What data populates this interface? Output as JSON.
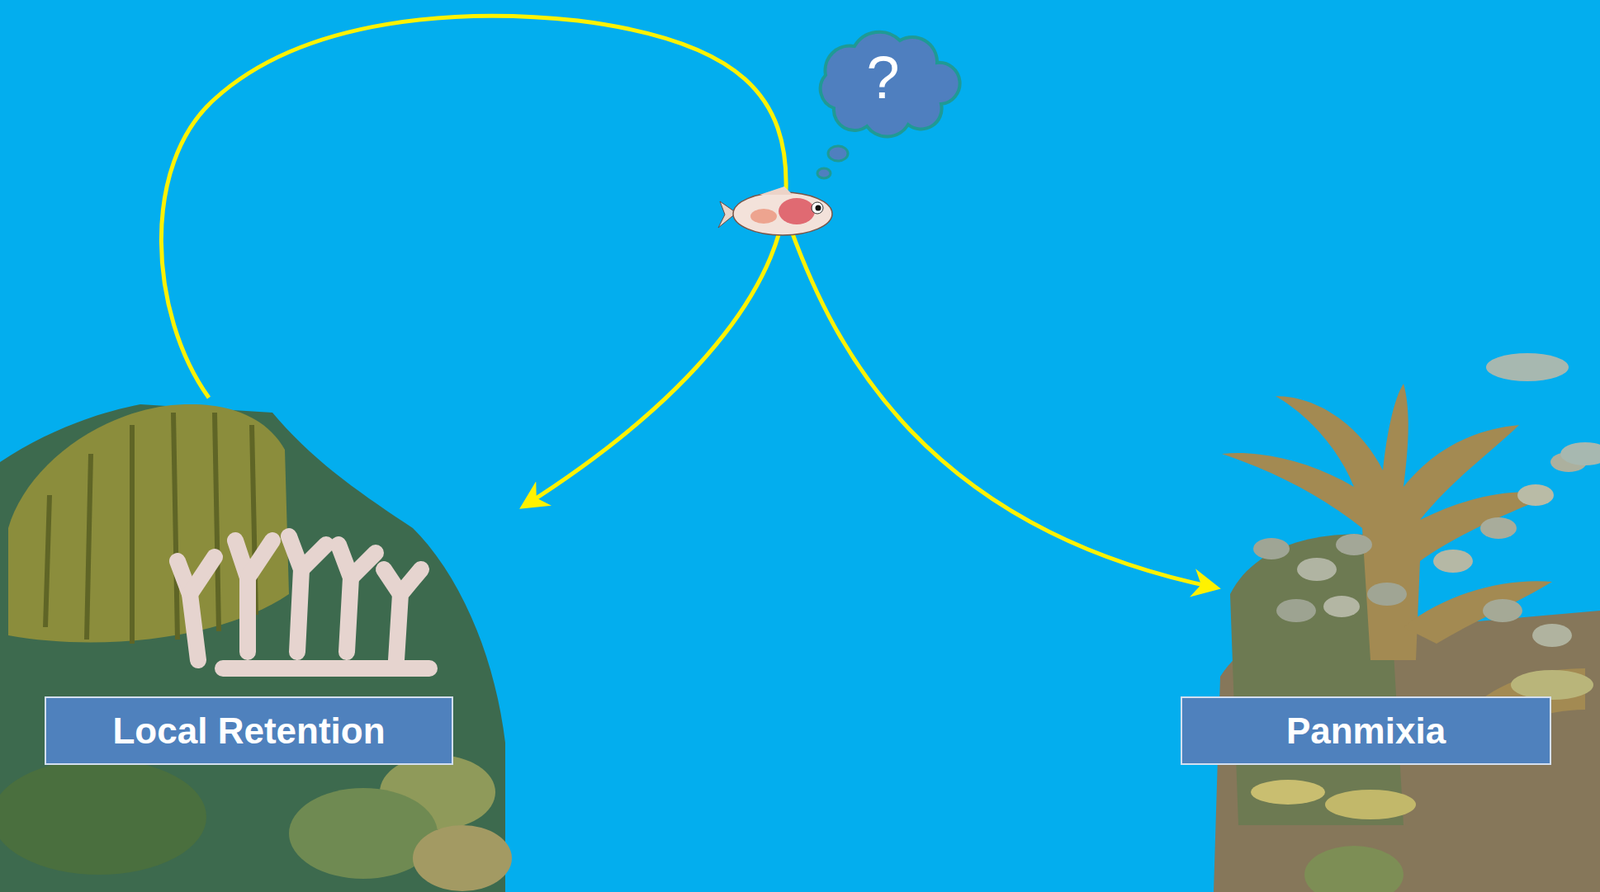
{
  "diagram": {
    "nodes": [
      {
        "text": [
          "?"
        ]
      },
      {
        "text": [
          "Local Retention"
        ]
      },
      {
        "text": [
          "Panmixia"
        ]
      }
    ]
  }
}
